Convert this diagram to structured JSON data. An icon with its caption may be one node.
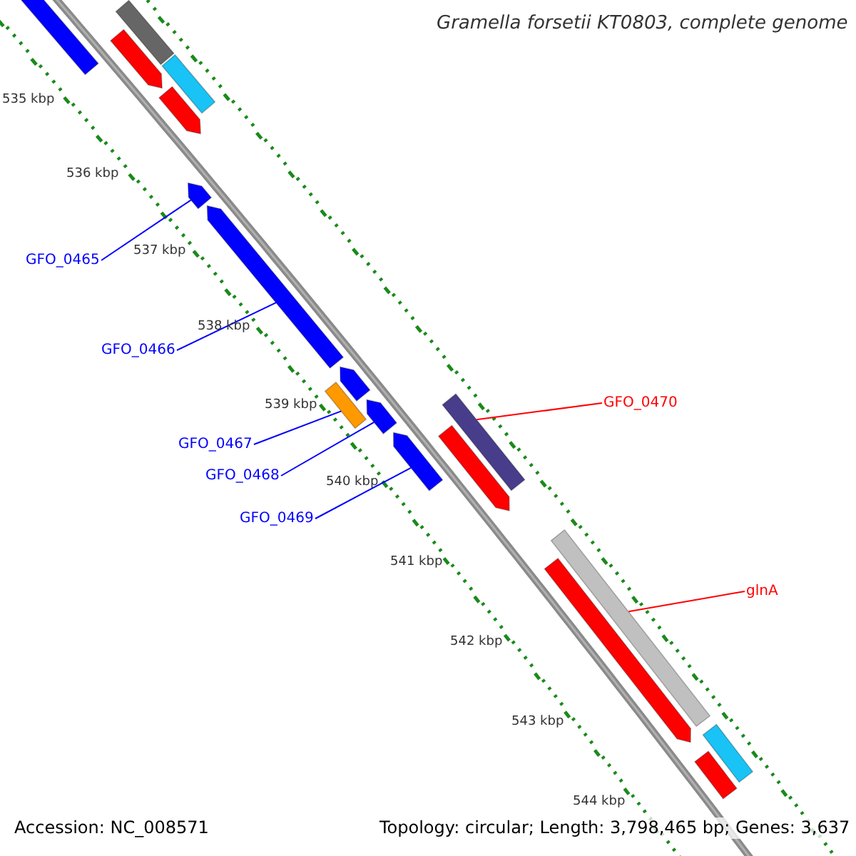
{
  "diagram": {
    "title": "Gramella forsetii KT0803, complete genome",
    "nodes": [
      {
        "text": [
          "GFO_0465"
        ]
      },
      {
        "text": [
          "GFO_0466"
        ]
      },
      {
        "text": [
          "GFO_0467"
        ]
      },
      {
        "text": [
          "GFO_0468"
        ]
      },
      {
        "text": [
          "GFO_0469"
        ]
      },
      {
        "text": [
          "GFO_0470"
        ]
      },
      {
        "text": [
          "glnA"
        ]
      },
      {
        "text": [],
        "shape": "bar"
      },
      {
        "text": [],
        "shape": "bar"
      },
      {
        "text": [],
        "shape": "bar"
      },
      {
        "text": [],
        "shape": "bar"
      },
      {
        "text": [],
        "shape": "bar"
      },
      {
        "text": [],
        "shape": "bar"
      },
      {
        "text": [],
        "shape": "bar"
      },
      {
        "text": [],
        "shape": "bar"
      },
      {
        "text": [],
        "shape": "bar"
      },
      {
        "text": [],
        "shape": "bar"
      },
      {
        "text": [],
        "shape": "bar"
      },
      {
        "text": [],
        "shape": "bar"
      },
      {
        "text": [],
        "shape": "bar"
      },
      {
        "text": [],
        "shape": "bar"
      },
      {
        "text": [],
        "shape": "bar"
      },
      {
        "text": [],
        "shape": "bar"
      },
      {
        "text": [],
        "shape": "bar"
      }
    ],
    "edges": [
      {
        "from": 0,
        "to": 7,
        "arrow": "none"
      },
      {
        "from": 1,
        "to": 8,
        "arrow": "none"
      },
      {
        "from": 2,
        "to": 9,
        "arrow": "none"
      },
      {
        "from": 3,
        "to": 10,
        "arrow": "none"
      },
      {
        "from": 4,
        "to": 11,
        "arrow": "none"
      },
      {
        "from": 5,
        "to": 12,
        "arrow": "none",
        "color": "#ff0000"
      },
      {
        "from": 6,
        "to": 13,
        "arrow": "none",
        "color": "#ff0000"
      }
    ],
    "labels": [
      "535 kbp",
      "536 kbp",
      "537 kbp",
      "538 kbp",
      "539 kbp",
      "540 kbp",
      "541 kbp",
      "542 kbp",
      "543 kbp",
      "544 kbp",
      "Accession: NC_008571",
      "Topology: circular; Length: 3,798,465 bp; Genes: 3,637"
    ]
  }
}
